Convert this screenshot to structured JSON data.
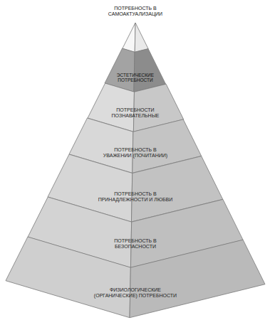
{
  "diagram": {
    "nodes": [
      {
        "text": [
          "ПОТРЕБНОСТЬ В САМОАКТУАЛИЗАЦИИ"
        ]
      },
      {
        "text": [
          "ЭСТЕТИЧЕСКИЕ ПОТРЕБНОСТИ"
        ]
      },
      {
        "text": [
          "ПОТРЕБНОСТИ ПОЗНАВАТЕЛЬНЫЕ"
        ]
      },
      {
        "text": [
          "ПОТРЕБНОСТЬ В УВАЖЕНИИ (ПОЧИТАНИИ)"
        ]
      },
      {
        "text": [
          "ПОТРЕБНОСТЬ В ПРИНАДЛЕЖНОСТИ И ЛЮБВИ"
        ]
      },
      {
        "text": [
          "ПОТРЕБНОСТЬ В БЕЗОПАСНОСТИ"
        ]
      },
      {
        "text": [
          "ФИЗИОЛОГИЧЕСКИЕ (ОРГАНИЧЕСКИЕ) ПОТРЕБНОСТИ"
        ]
      }
    ]
  }
}
